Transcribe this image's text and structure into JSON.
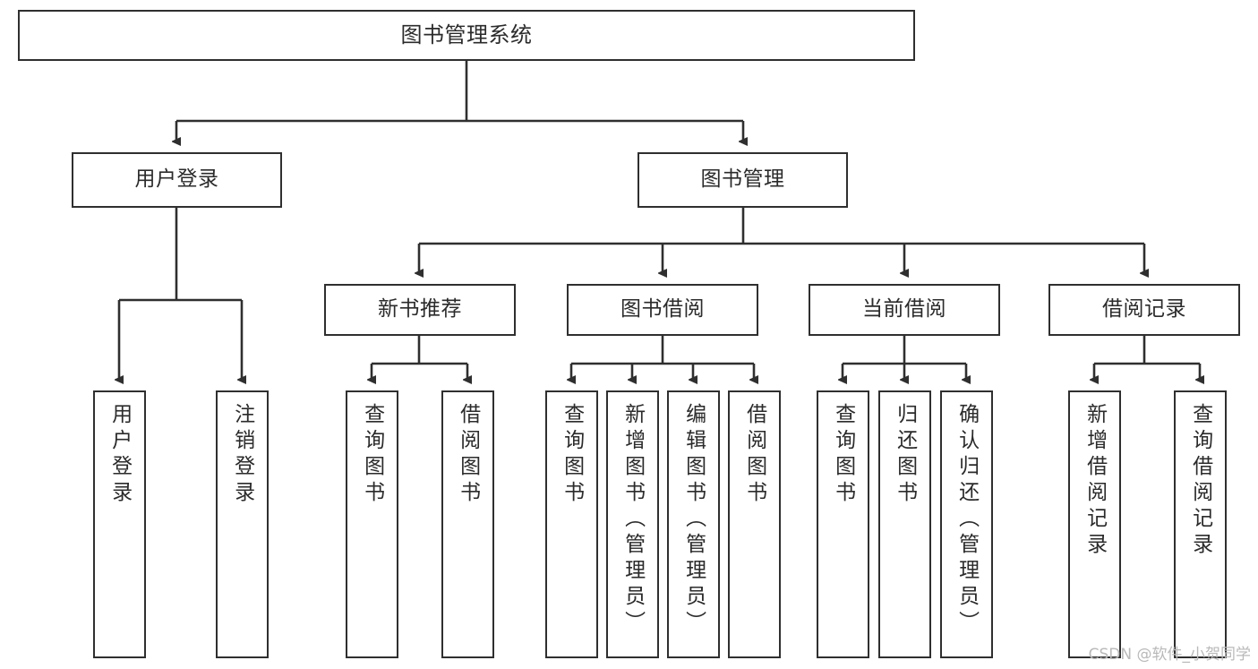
{
  "diagram": {
    "title": "图书管理系统",
    "type": "tree-hierarchy",
    "colors": {
      "box_border": "#2f2f2f",
      "box_fill": "#ffffff",
      "edge": "#2f2f2f",
      "text": "#2b2b2b",
      "watermark": "#b9b9b9",
      "background": "#ffffff"
    },
    "root": {
      "label": "图书管理系统"
    },
    "level2": [
      {
        "label": "用户登录"
      },
      {
        "label": "图书管理"
      }
    ],
    "level3": [
      {
        "label": "新书推荐"
      },
      {
        "label": "图书借阅"
      },
      {
        "label": "当前借阅"
      },
      {
        "label": "借阅记录"
      }
    ],
    "leaves": [
      {
        "label": "用户登录",
        "parent": "用户登录"
      },
      {
        "label": "注销登录",
        "parent": "用户登录"
      },
      {
        "label": "查询图书",
        "parent": "新书推荐"
      },
      {
        "label": "借阅图书",
        "parent": "新书推荐"
      },
      {
        "label": "查询图书",
        "parent": "图书借阅"
      },
      {
        "label": "新增图书（管理员）",
        "parent": "图书借阅"
      },
      {
        "label": "编辑图书（管理员）",
        "parent": "图书借阅"
      },
      {
        "label": "借阅图书",
        "parent": "图书借阅"
      },
      {
        "label": "查询图书",
        "parent": "当前借阅"
      },
      {
        "label": "归还图书",
        "parent": "当前借阅"
      },
      {
        "label": "确认归还（管理员）",
        "parent": "当前借阅"
      },
      {
        "label": "新增借阅记录",
        "parent": "借阅记录"
      },
      {
        "label": "查询借阅记录",
        "parent": "借阅记录"
      }
    ]
  },
  "watermark": {
    "text": "CSDN @软件_小贺同学"
  }
}
